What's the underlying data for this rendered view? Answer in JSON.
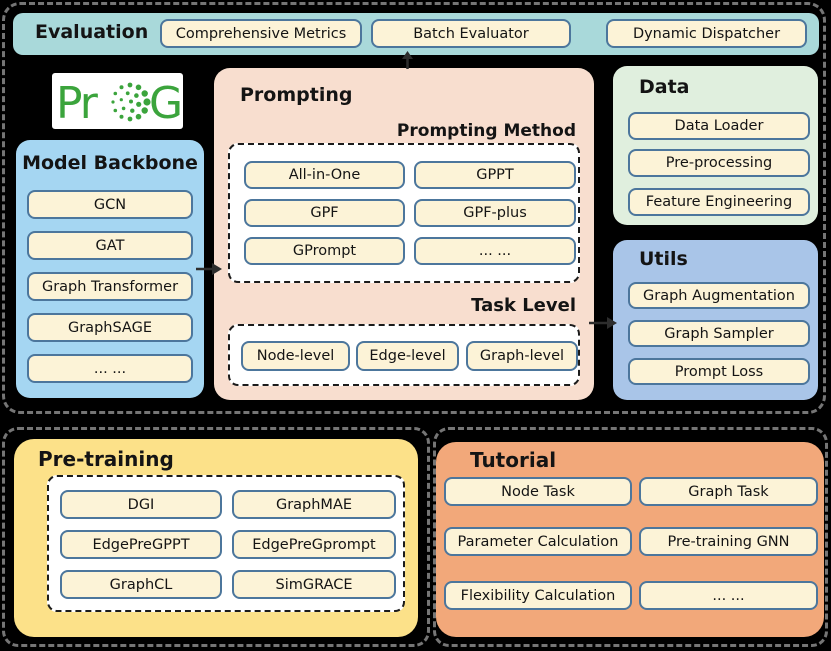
{
  "colors": {
    "background": "#000000",
    "frame_dash": "#757575",
    "chip_bg": "#fcf3d7",
    "chip_border": "#4c769c",
    "evaluation_bg": "#a9d9da",
    "model_backbone_bg": "#a5d6f2",
    "prompting_bg": "#f8decf",
    "data_bg": "#e0efde",
    "utils_bg": "#a9c5e8",
    "pretraining_bg": "#fce189",
    "tutorial_bg": "#f2a87a",
    "logo_green": "#3ba43c"
  },
  "logo": {
    "prefix": "Pr",
    "suffix": "G"
  },
  "evaluation": {
    "title": "Evaluation",
    "items": [
      "Comprehensive Metrics",
      "Batch Evaluator",
      "Dynamic Dispatcher"
    ]
  },
  "model_backbone": {
    "title": "Model Backbone",
    "items": [
      "GCN",
      "GAT",
      "Graph Transformer",
      "GraphSAGE",
      "... ..."
    ]
  },
  "prompting": {
    "title": "Prompting",
    "method_label": "Prompting Method",
    "method_items": [
      "All-in-One",
      "GPPT",
      "GPF",
      "GPF-plus",
      "GPrompt",
      "... ..."
    ],
    "task_label": "Task Level",
    "task_items": [
      "Node-level",
      "Edge-level",
      "Graph-level"
    ]
  },
  "data": {
    "title": "Data",
    "items": [
      "Data Loader",
      "Pre-processing",
      "Feature Engineering"
    ]
  },
  "utils": {
    "title": "Utils",
    "items": [
      "Graph Augmentation",
      "Graph Sampler",
      "Prompt Loss"
    ]
  },
  "pretraining": {
    "title": "Pre-training",
    "items": [
      "DGI",
      "GraphMAE",
      "EdgePreGPPT",
      "EdgePreGprompt",
      "GraphCL",
      "SimGRACE"
    ]
  },
  "tutorial": {
    "title": "Tutorial",
    "items": [
      "Node Task",
      "Graph Task",
      "Parameter Calculation",
      "Pre-training GNN",
      "Flexibility Calculation",
      "... ..."
    ]
  }
}
